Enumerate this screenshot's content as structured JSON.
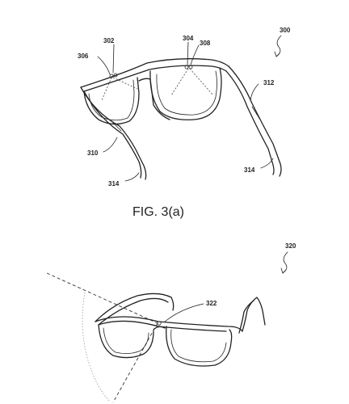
{
  "figure_a": {
    "caption": "FIG. 3(a)",
    "labels": {
      "ref_300": "300",
      "ref_302": "302",
      "ref_304": "304",
      "ref_306": "306",
      "ref_308": "308",
      "ref_310": "310",
      "ref_312": "312",
      "ref_314_left": "314",
      "ref_314_right": "314"
    }
  },
  "figure_b": {
    "labels": {
      "ref_320": "320",
      "ref_322": "322"
    }
  }
}
